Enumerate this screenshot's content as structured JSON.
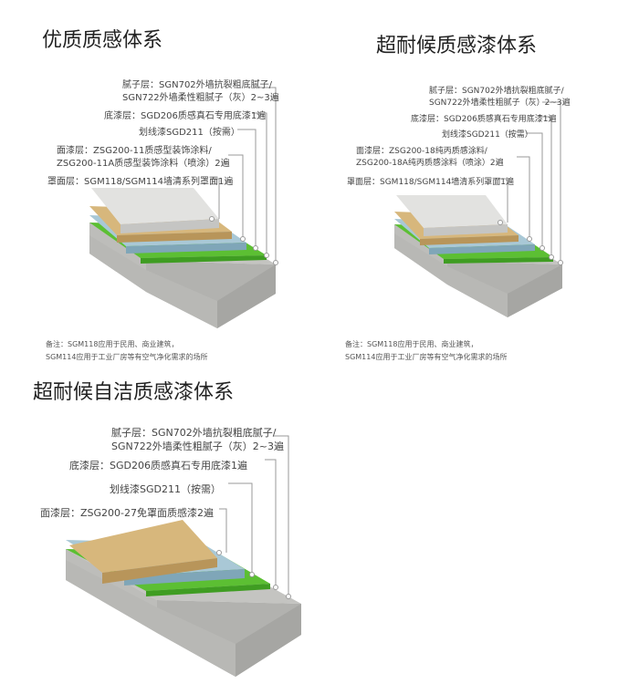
{
  "colors": {
    "concrete": "#b9b9b6",
    "green": "#5cbf33",
    "blue": "#a9c8d6",
    "sand": "#d7b77c",
    "granite": "#e2e2e0",
    "leader": "#9a9a9a"
  },
  "panel1": {
    "title": "优质质感体系",
    "labels": [
      "腻子层：SGN702外墙抗裂粗底腻子/",
      "SGN722外墙柔性粗腻子（灰）2~3遍",
      "底漆层：SGD206质感真石专用底漆1遍",
      "划线漆SGD211（按需）",
      "面漆层：ZSG200-11质感型装饰涂料/",
      "ZSG200-11A质感型装饰涂料（喷涂）2遍",
      "罩面层：SGM118/SGM114墙清系列罩面1遍"
    ],
    "notes": [
      "备注：SGM118应用于民用、商业建筑，",
      "SGM114应用于工业厂房等有空气净化需求的场所"
    ]
  },
  "panel2": {
    "title": "超耐候质感漆体系",
    "labels": [
      "腻子层：SGN702外墙抗裂粗底腻子/",
      "SGN722外墙柔性粗腻子（灰）2~3遍",
      "底漆层：SGD206质感真石专用底漆1遍",
      "划线漆SGD211（按需）",
      "面漆层：ZSG200-18纯丙质感涂料/",
      "ZSG200-18A纯丙质感涂料（喷涂）2遍",
      "罩面层：SGM118/SGM114墙清系列罩面1遍"
    ],
    "notes": [
      "备注：SGM118应用于民用、商业建筑，",
      "SGM114应用于工业厂房等有空气净化需求的场所"
    ]
  },
  "panel3": {
    "title": "超耐候自洁质感漆体系",
    "labels": [
      "腻子层：SGN702外墙抗裂粗底腻子/",
      "SGN722外墙柔性粗腻子（灰）2~3遍",
      "底漆层：SGD206质感真石专用底漆1遍",
      "划线漆SGD211（按需）",
      "面漆层：ZSG200-27免罩面质感漆2遍"
    ]
  }
}
